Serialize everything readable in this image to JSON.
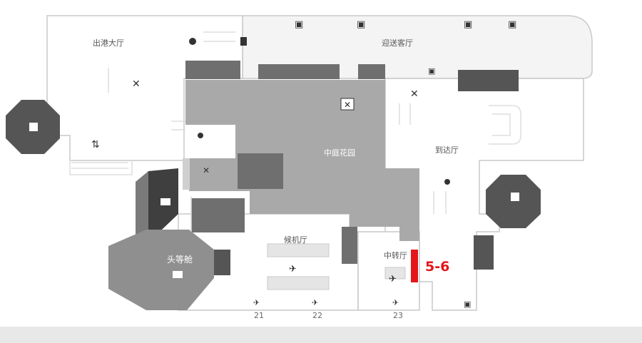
{
  "map": {
    "areas": {
      "departure_hall": "出港大厅",
      "arrival_greeting_hall": "迎送客厅",
      "arrival_hall": "到达厅",
      "central_garden": "中庭花园",
      "waiting_hall": "候机厅",
      "transfer_hall": "中转厅",
      "first_class": "头等舱"
    },
    "gates": [
      "21",
      "22",
      "23"
    ],
    "highlight": {
      "label": "5-6",
      "color": "#e3161b"
    },
    "colors": {
      "dark_block": "#555555",
      "mid_block": "#6f6f6f",
      "garden": "#a9a9a9",
      "first_class": "#8f8f8f",
      "greeting_hall": "#f4f4f4",
      "outline": "#c9c9c9"
    }
  }
}
